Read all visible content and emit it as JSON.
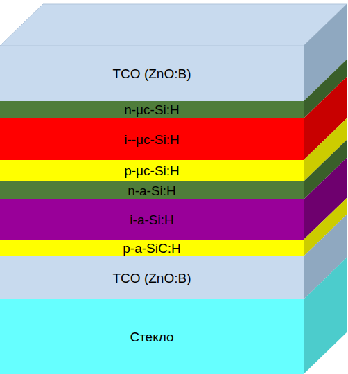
{
  "diagram": {
    "nodes": [
      {
        "text": [
          "TCO (ZnO:B)"
        ]
      },
      {
        "text": [
          "n-μc-Si:H"
        ]
      },
      {
        "text": [
          "i--μc-Si:H"
        ]
      },
      {
        "text": [
          "p-μc-Si:H"
        ]
      },
      {
        "text": [
          "n-a-Si:H"
        ]
      },
      {
        "text": [
          "i-a-Si:H"
        ]
      },
      {
        "text": [
          "p-a-SiC:H"
        ]
      },
      {
        "text": [
          "TCO (ZnO:B)"
        ]
      },
      {
        "text": [
          "Стекло"
        ]
      }
    ]
  }
}
